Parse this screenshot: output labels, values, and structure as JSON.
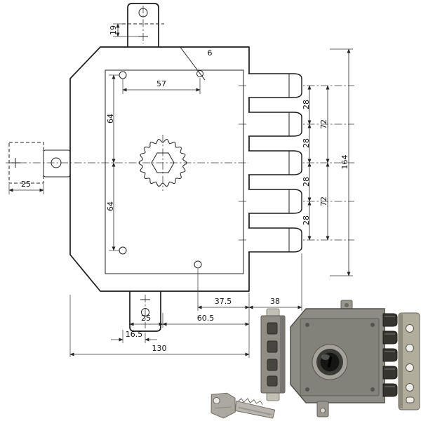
{
  "drawing": {
    "kind": "lock-technical-drawing",
    "dims": {
      "d19": "19",
      "d57": "57",
      "d64a": "64",
      "d64b": "64",
      "d6": "6",
      "d28a": "28",
      "d28b": "28",
      "d28c": "28",
      "d28d": "28",
      "d72a": "72",
      "d72b": "72",
      "d164": "164",
      "d25_left": "25",
      "d37_5": "37.5",
      "d38": "38",
      "d25_tab": "25",
      "d60_5": "60.5",
      "d16_5": "16.5",
      "d130": "130"
    },
    "colors": {
      "line": "#1a1a1a",
      "background": "#ffffff"
    }
  },
  "photo": {
    "lock_body": "#8c8c84",
    "cylinder_face": "#161614",
    "bolts": "#35342f",
    "strike_plate": "#b1ad9d",
    "key": "#aba89f"
  }
}
